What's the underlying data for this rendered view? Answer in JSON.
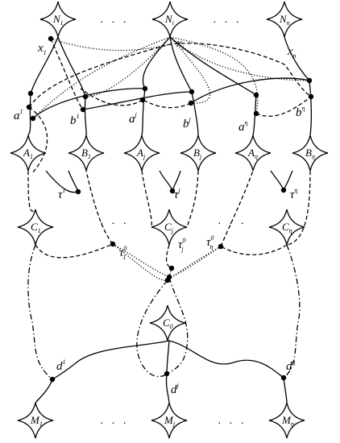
{
  "colors": {
    "ink": "#000000",
    "background": "#ffffff"
  },
  "nodes": [
    {
      "id": "N1",
      "base": "N",
      "sub": "1"
    },
    {
      "id": "Ni",
      "base": "N",
      "sub": "i"
    },
    {
      "id": "Nn",
      "base": "N",
      "sub": "n"
    },
    {
      "id": "A1",
      "base": "A",
      "sub": "1"
    },
    {
      "id": "B1",
      "base": "B",
      "sub": "1"
    },
    {
      "id": "Aj",
      "base": "A",
      "sub": "j"
    },
    {
      "id": "Bj",
      "base": "B",
      "sub": "j"
    },
    {
      "id": "Aeta",
      "base": "A",
      "sub": "η"
    },
    {
      "id": "Beta",
      "base": "B",
      "sub": "η"
    },
    {
      "id": "C1",
      "base": "C",
      "sub": "1"
    },
    {
      "id": "Cj",
      "base": "C",
      "sub": "j"
    },
    {
      "id": "Ceta",
      "base": "C",
      "sub": "η"
    },
    {
      "id": "C0",
      "base": "C",
      "sub": "0"
    },
    {
      "id": "M1",
      "base": "M",
      "sub": "1"
    },
    {
      "id": "Mj",
      "base": "M",
      "sub": "j"
    },
    {
      "id": "Meta",
      "base": "M",
      "sub": "η"
    }
  ],
  "labels": [
    {
      "id": "x1",
      "base": "x",
      "sub": "1"
    },
    {
      "id": "xi",
      "base": "x",
      "sub": "i"
    },
    {
      "id": "xn",
      "base": "x",
      "sub": "n"
    },
    {
      "id": "a1",
      "base": "a",
      "sup": "1"
    },
    {
      "id": "b1",
      "base": "b",
      "sup": "1"
    },
    {
      "id": "aj",
      "base": "a",
      "sup": "j"
    },
    {
      "id": "bj",
      "base": "b",
      "sup": "j"
    },
    {
      "id": "aeta",
      "base": "a",
      "sup": "η"
    },
    {
      "id": "beta",
      "base": "b",
      "sup": "η"
    },
    {
      "id": "tau1",
      "base": "τ",
      "sup": "1"
    },
    {
      "id": "tauj",
      "base": "τ",
      "sup": "j"
    },
    {
      "id": "taueta",
      "base": "τ",
      "sup": "η"
    },
    {
      "id": "tau1_0",
      "base": "τ",
      "sub": "1",
      "sup": "0"
    },
    {
      "id": "tauj_0",
      "base": "τ",
      "sub": "j",
      "sup": "0"
    },
    {
      "id": "taueta_0",
      "base": "τ",
      "sub": "η",
      "sup": "0"
    },
    {
      "id": "d1",
      "base": "d",
      "sup": "1"
    },
    {
      "id": "dj",
      "base": "d",
      "sup": "j"
    },
    {
      "id": "deta",
      "base": "d",
      "sup": "η"
    }
  ],
  "ellipsis": "· · ·"
}
